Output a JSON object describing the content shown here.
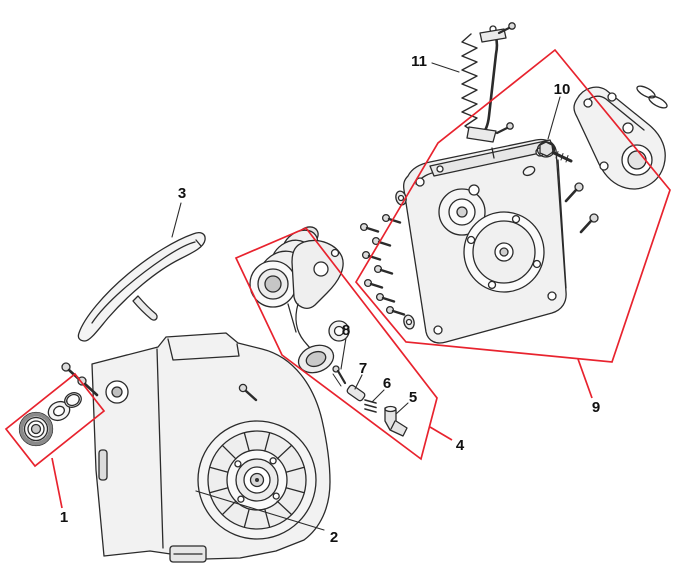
{
  "diagram": {
    "type": "exploded-parts-diagram",
    "background": "#ffffff",
    "line_color": "#2b2b2b",
    "text_color": "#111111",
    "highlight_color": "#e8232e",
    "callouts": [
      {
        "label": "1"
      },
      {
        "label": "2"
      },
      {
        "label": "3"
      },
      {
        "label": "4"
      },
      {
        "label": "5"
      },
      {
        "label": "6"
      },
      {
        "label": "7"
      },
      {
        "label": "8"
      },
      {
        "label": "9"
      },
      {
        "label": "10"
      },
      {
        "label": "11"
      }
    ]
  }
}
